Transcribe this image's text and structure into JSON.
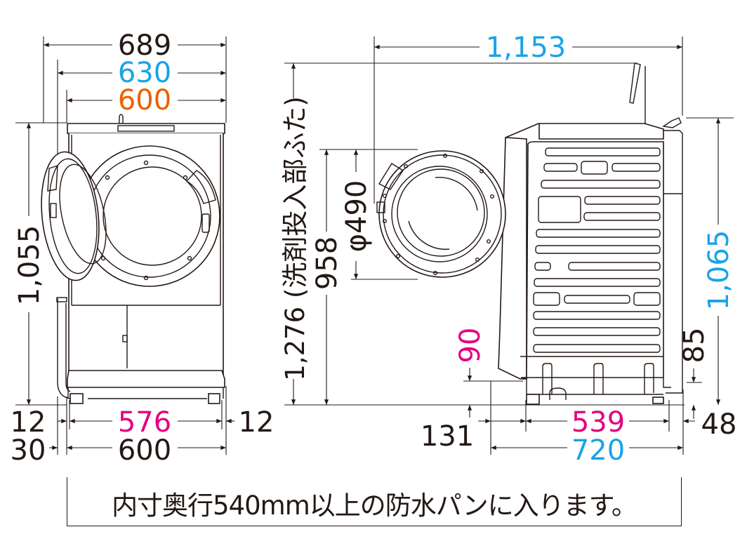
{
  "figure": {
    "type": "washing-machine-dimension-drawing",
    "units": "mm",
    "line_color": "#231815",
    "colors": {
      "black": "#231815",
      "blue": "#1aa3e6",
      "orange": "#eb6100",
      "magenta": "#e4007f"
    }
  },
  "front_view": {
    "width_overall": "689",
    "width_blue": "630",
    "width_orange": "600",
    "height": "1,055",
    "foot_left_offset": "12",
    "foot_span": "576",
    "foot_right_offset": "12",
    "hose_offset": "30",
    "base_width": "600"
  },
  "side_view": {
    "depth_overall": "1,153",
    "height_lid_label": "1,276 (洗剤投入部ふた)",
    "door_height": "958",
    "door_diameter": "φ490",
    "body_height": "1,065",
    "front_clearance": "90",
    "rear_clearance": "85",
    "front_foot_offset": "131",
    "foot_span": "539",
    "rear_foot_offset": "48",
    "base_depth": "720"
  },
  "note": {
    "text": "内寸奥行540mm以上の防水パンに入ります。"
  }
}
